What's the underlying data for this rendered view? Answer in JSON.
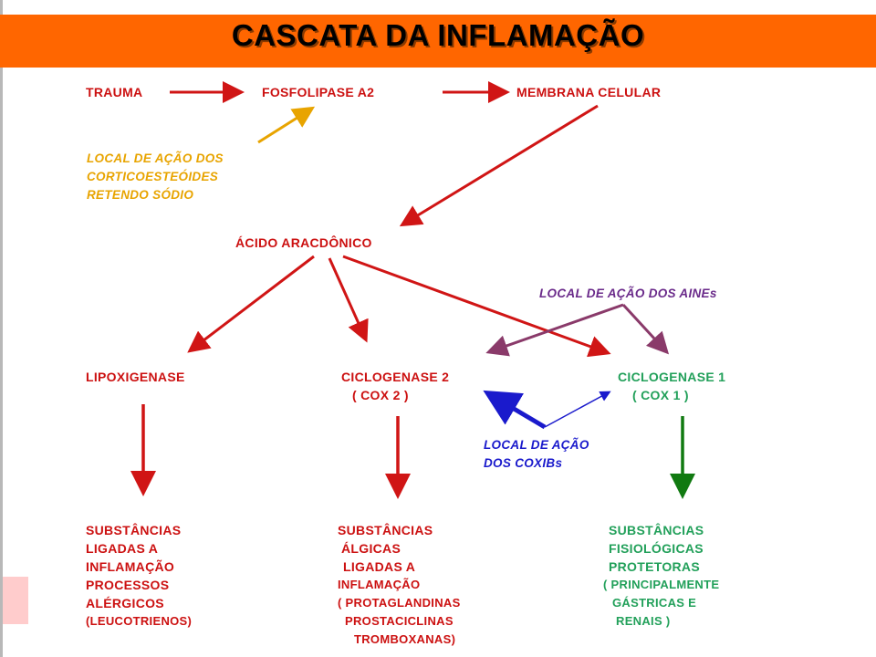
{
  "title": "CASCATA DA INFLAMAÇÃO",
  "nodes": {
    "trauma": "TRAUMA",
    "fosfolipase": "FOSFOLIPASE A2",
    "membrana": "MEMBRANA CELULAR",
    "acido": "ÁCIDO ARACDÔNICO",
    "lipoxigenase": "LIPOXIGENASE",
    "cox2_name": "CICLOGENASE 2",
    "cox2_abbr": "( COX 2 )",
    "cox1_name": "CICLOGENASE 1",
    "cox1_abbr": "( COX 1 )"
  },
  "annotations": {
    "corticoides": [
      "LOCAL DE AÇÃO DOS",
      "CORTICOESTEÓIDES",
      "RETENDO SÓDIO"
    ],
    "aines": "LOCAL DE AÇÃO DOS AINEs",
    "coxibs": [
      "LOCAL DE AÇÃO",
      "DOS COXIBs"
    ]
  },
  "outcomes": {
    "lipo": [
      "SUBSTÂNCIAS",
      "LIGADAS A",
      "INFLAMAÇÃO",
      "PROCESSOS",
      "ALÉRGICOS",
      "(LEUCOTRIENOS)"
    ],
    "cox2": [
      "SUBSTÂNCIAS",
      "ÁLGICAS",
      "LIGADAS A",
      "INFLAMAÇÃO",
      "( PROTAGLANDINAS",
      "PROSTACICLINAS",
      "TROMBOXANAS)"
    ],
    "cox1": [
      "SUBSTÂNCIAS",
      "FISIOLÓGICAS",
      "PROTETORAS",
      "( PRINCIPALMENTE",
      "GÁSTRICAS E",
      "RENAIS )"
    ]
  },
  "colors": {
    "header": "#ff6600",
    "red": "#cc1111",
    "green": "#22a05a",
    "orange": "#e8a400",
    "purple": "#7a3a6a",
    "blue": "#1a1acc"
  }
}
